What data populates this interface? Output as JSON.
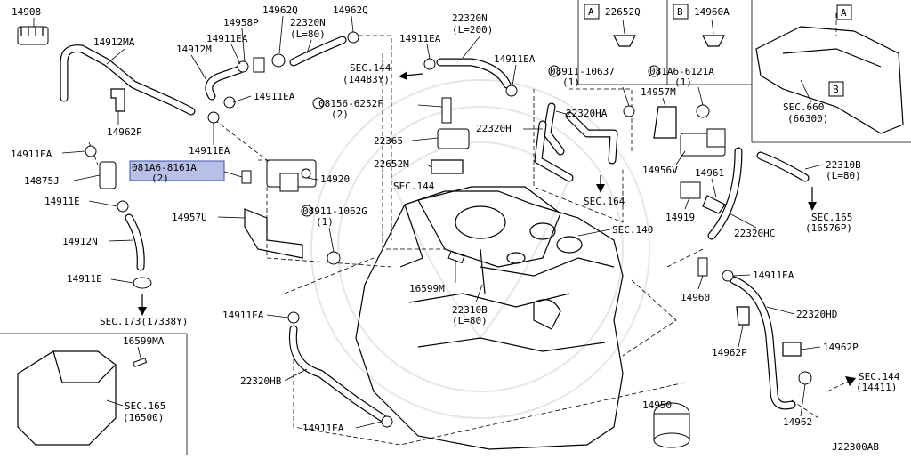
{
  "refs": {
    "A": "A",
    "B": "B"
  },
  "labels": {
    "l14908": "14908",
    "l14912MA": "14912MA",
    "l14912M": "14912M",
    "l14958P": "14958P",
    "l14911EA": "14911EA",
    "l14962Q": "14962Q",
    "l22320N": "22320N",
    "len80": "(L=80)",
    "len200": "(L=200)",
    "sec144": "SEC.144",
    "ref14483Y": "(14483Y)",
    "ref14411": "(14411)",
    "l14962P": "14962P",
    "l14875J": "14875J",
    "l14911E": "14911E",
    "l14912N": "14912N",
    "sec173": "SEC.173(17338Y)",
    "l081A6_8161A": "081A6-8161A",
    "qty1": "(1)",
    "qty2": "(2)",
    "l14920": "14920",
    "l08156_6252F": "08156-6252F",
    "l14957U": "14957U",
    "l08911_1062G": "08911-1062G",
    "l22365": "22365",
    "l22320H": "22320H",
    "l22652M": "22652M",
    "l08911_10637": "08911-10637",
    "l081A6_6121A": "081A6-6121A",
    "l14957M": "14957M",
    "l22320HA": "22320HA",
    "l14956V": "14956V",
    "l14961": "14961",
    "sec164": "SEC.164",
    "l14919": "14919",
    "sec140": "SEC.140",
    "l22320HC": "22320HC",
    "l22310B": "22310B",
    "sec165": "SEC.165",
    "ref16576P": "(16576P)",
    "ref16500": "(16500)",
    "sec660": "SEC.660",
    "ref66300": "(66300)",
    "l22652Q": "22652Q",
    "l14960A": "14960A",
    "l16599M": "16599M",
    "l22320HB": "22320HB",
    "l14960": "14960",
    "l22320HD": "22320HD",
    "l14962": "14962",
    "l14950": "14950",
    "l16599MA": "16599MA",
    "diagram_code": "J22300AB"
  }
}
